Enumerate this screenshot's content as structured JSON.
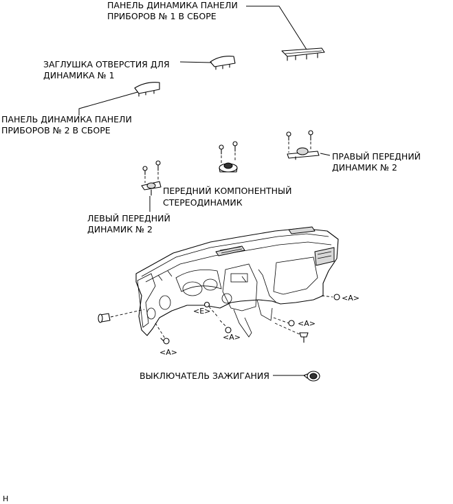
{
  "labels": {
    "panel_1": [
      "ПАНЕЛЬ ДИНАМИКА ПАНЕЛИ",
      "ПРИБОРОВ № 1 В СБОРЕ"
    ],
    "hole_plug": [
      "ЗАГЛУШКА ОТВЕРСТИЯ ДЛЯ",
      "ДИНАМИКА № 1"
    ],
    "panel_2": [
      "ПАНЕЛЬ ДИНАМИКА ПАНЕЛИ",
      "ПРИБОРОВ № 2 В СБОРЕ"
    ],
    "right_speaker": [
      "ПРАВЫЙ ПЕРЕДНИЙ",
      "ДИНАМИК № 2"
    ],
    "center_speaker": [
      "ПЕРЕДНИЙ КОМПОНЕНТНЫЙ",
      "СТЕРЕОДИНАМИК"
    ],
    "left_speaker": [
      "ЛЕВЫЙ ПЕРЕДНИЙ",
      "ДИНАМИК № 2"
    ],
    "ignition_switch": "ВЫКЛЮЧАТЕЛЬ ЗАЖИГАНИЯ",
    "corner_mark": "H"
  },
  "callouts": {
    "a1": "<A>",
    "a2": "<A>",
    "a3": "<A>",
    "a4": "<A>",
    "e1": "<E>"
  }
}
